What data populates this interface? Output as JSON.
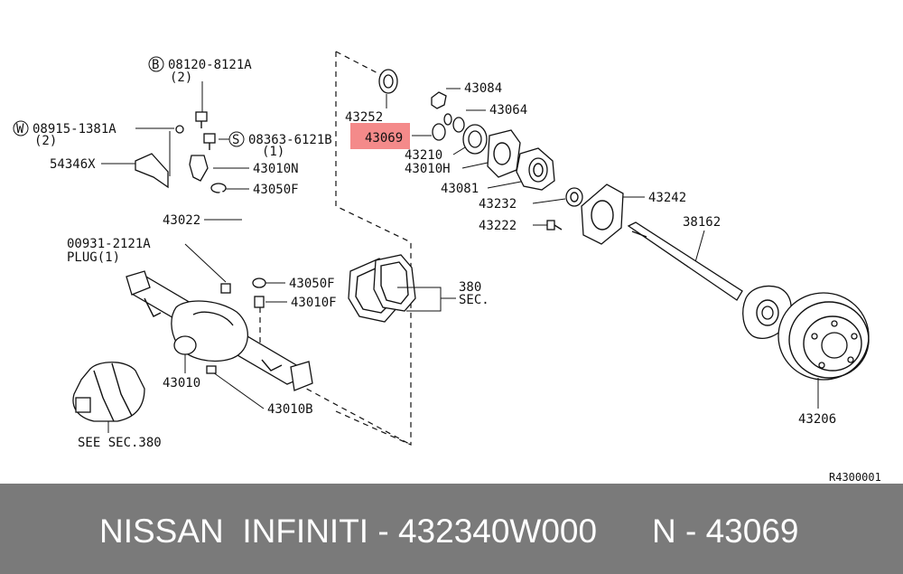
{
  "callouts": {
    "p08120": "08120-8121A",
    "p08120_qty": "(2)",
    "p08120_prefix": "B",
    "p08915": "08915-1381A",
    "p08915_qty": "(2)",
    "p08915_prefix": "W",
    "p08363": "08363-6121B",
    "p08363_qty": "(1)",
    "p08363_prefix": "S",
    "p54346": "54346X",
    "p43010n": "43010N",
    "p43050f_a": "43050F",
    "p43022": "43022",
    "p00931": "00931-2121A",
    "p00931_note": "PLUG(1)",
    "p43050f_b": "43050F",
    "p43010f": "43010F",
    "p43010": "43010",
    "p43010b": "43010B",
    "see380": "SEE SEC.380",
    "sec380_a": "380",
    "sec380_b": "SEC.",
    "p43252": "43252",
    "p43069": "43069",
    "p43084": "43084",
    "p43064": "43064",
    "p43210": "43210",
    "p43010h": "43010H",
    "p43081": "43081",
    "p43232": "43232",
    "p43242": "43242",
    "p43222": "43222",
    "p38162": "38162",
    "p43206": "43206",
    "ref": "R4300001"
  },
  "highlight_color": "#f48a8a",
  "caption": {
    "left": "NISSAN  INFINITI - 432340W000",
    "right": "N - 43069",
    "background": "#7a7a7a",
    "text_color": "#ffffff"
  }
}
